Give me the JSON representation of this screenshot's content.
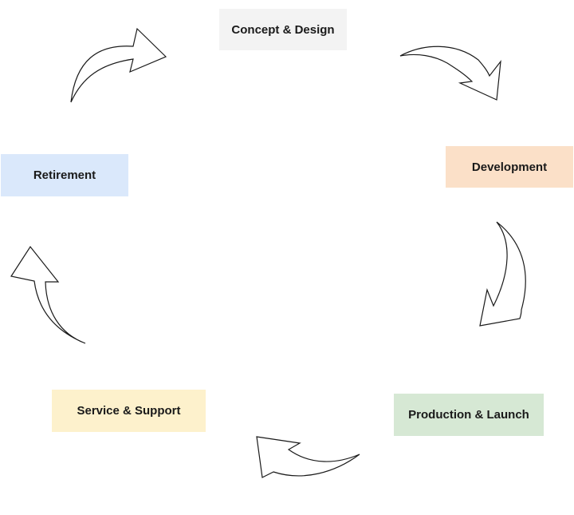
{
  "diagram": {
    "stages": [
      {
        "id": "concept",
        "label": "Concept & Design",
        "color": "#f3f3f3"
      },
      {
        "id": "development",
        "label": "Development",
        "color": "#fbe0c8"
      },
      {
        "id": "production",
        "label": "Production & Launch",
        "color": "#d6e8d4"
      },
      {
        "id": "service",
        "label": "Service & Support",
        "color": "#fdf1cc"
      },
      {
        "id": "retirement",
        "label": "Retirement",
        "color": "#dae8fb"
      }
    ],
    "arrows": [
      {
        "from": "concept",
        "to": "development"
      },
      {
        "from": "development",
        "to": "production"
      },
      {
        "from": "production",
        "to": "service"
      },
      {
        "from": "service",
        "to": "retirement"
      },
      {
        "from": "retirement",
        "to": "concept"
      }
    ]
  }
}
